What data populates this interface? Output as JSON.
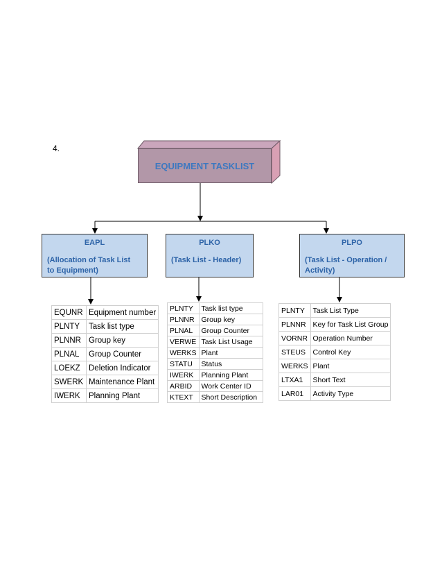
{
  "item_number": "4.",
  "top_box": {
    "label": "EQUIPMENT TASKLIST"
  },
  "entities": [
    {
      "title": "EAPL",
      "desc_line1": "(Allocation of Task List",
      "desc_line2": "to Equipment)",
      "rows": [
        [
          "EQUNR",
          "Equipment number"
        ],
        [
          "PLNTY",
          "Task list type"
        ],
        [
          "PLNNR",
          "Group key"
        ],
        [
          "PLNAL",
          "Group Counter"
        ],
        [
          "LOEKZ",
          "Deletion Indicator"
        ],
        [
          "SWERK",
          "Maintenance Plant"
        ],
        [
          "IWERK",
          "Planning Plant"
        ]
      ]
    },
    {
      "title": "PLKO",
      "desc_line1": "(Task List - Header)",
      "desc_line2": "",
      "rows": [
        [
          "PLNTY",
          "Task list type"
        ],
        [
          "PLNNR",
          "Group key"
        ],
        [
          "PLNAL",
          "Group Counter"
        ],
        [
          "VERWE",
          "Task List Usage"
        ],
        [
          "WERKS",
          "Plant"
        ],
        [
          "STATU",
          "Status"
        ],
        [
          "IWERK",
          "Planning Plant"
        ],
        [
          "ARBID",
          "Work Center ID"
        ],
        [
          "KTEXT",
          "Short Description"
        ]
      ]
    },
    {
      "title": "PLPO",
      "desc_line1": "(Task List - Operation /",
      "desc_line2": "Activity)",
      "rows": [
        [
          "PLNTY",
          "Task List Type"
        ],
        [
          "PLNNR",
          "Key for Task List Group"
        ],
        [
          "VORNR",
          "Operation Number"
        ],
        [
          "STEUS",
          "Control Key"
        ],
        [
          "WERKS",
          "Plant"
        ],
        [
          "LTXA1",
          "Short Text"
        ],
        [
          "LAR01",
          "Activity Type"
        ]
      ]
    }
  ]
}
